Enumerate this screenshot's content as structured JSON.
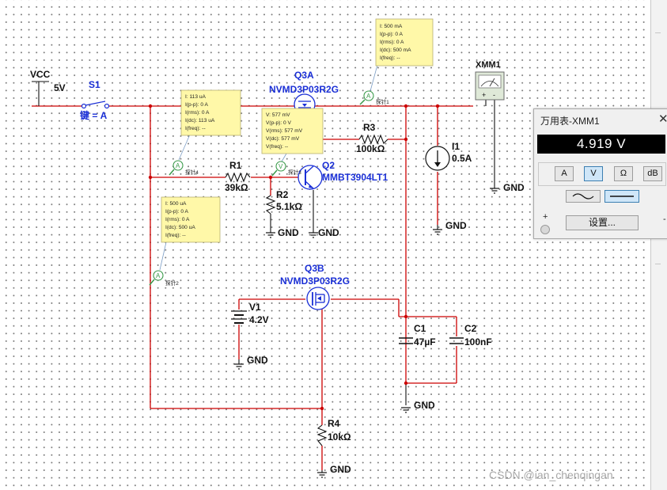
{
  "schematic": {
    "vcc_label": "VCC",
    "vcc_value": "5V",
    "switch_name": "S1",
    "switch_key": "键 = A",
    "q3a_name": "Q3A",
    "q3a_part": "NVMD3P03R2G",
    "q3b_name": "Q3B",
    "q3b_part": "NVMD3P03R2G",
    "q2_name": "Q2",
    "q2_part": "MMBT3904LT1",
    "r1_name": "R1",
    "r1_value": "39kΩ",
    "r2_name": "R2",
    "r2_value": "5.1kΩ",
    "r3_name": "R3",
    "r3_value": "100kΩ",
    "r4_name": "R4",
    "r4_value": "10kΩ",
    "i1_name": "I1",
    "i1_value": "0.5A",
    "v1_name": "V1",
    "v1_value": "4.2V",
    "c1_name": "C1",
    "c1_value": "47µF",
    "c2_name": "C2",
    "c2_value": "100nF",
    "xmm_name": "XMM1",
    "gnd": "GND",
    "wire_color": "#cc0000",
    "component_color": "#1a2fd6"
  },
  "probes": [
    {
      "tag": "探针1",
      "lines": [
        "I: 500 mA",
        "I(p-p): 0 A",
        "I(rms): 0 A",
        "I(dc): 500 mA",
        "I(freq): --"
      ]
    },
    {
      "tag": "探针4",
      "lines": [
        "I: 113 uA",
        "I(p-p): 0 A",
        "I(rms): 0 A",
        "I(dc): 113 uA",
        "I(freq): --"
      ]
    },
    {
      "tag": "探针3",
      "lines": [
        "V: 577 mV",
        "V(p-p): 0 V",
        "V(rms): 577 mV",
        "V(dc): 577 mV",
        "V(freq): --"
      ]
    },
    {
      "tag": "探针2",
      "lines": [
        "I: 500 uA",
        "I(p-p): 0 A",
        "I(rms): 0 A",
        "I(dc): 500 uA",
        "I(freq): --"
      ]
    }
  ],
  "multimeter": {
    "title": "万用表-XMM1",
    "close_icon": "close-icon",
    "reading": "4.919 V",
    "modes": [
      "A",
      "V",
      "Ω",
      "dB"
    ],
    "selected_mode": "V",
    "wave_modes": [
      "ac-wave-icon",
      "dc-line-icon"
    ],
    "selected_wave": "dc-line-icon",
    "settings_label": "设置...",
    "plus_label": "+",
    "minus_label": "-"
  },
  "watermark": "CSDN @ian_chenqingan"
}
